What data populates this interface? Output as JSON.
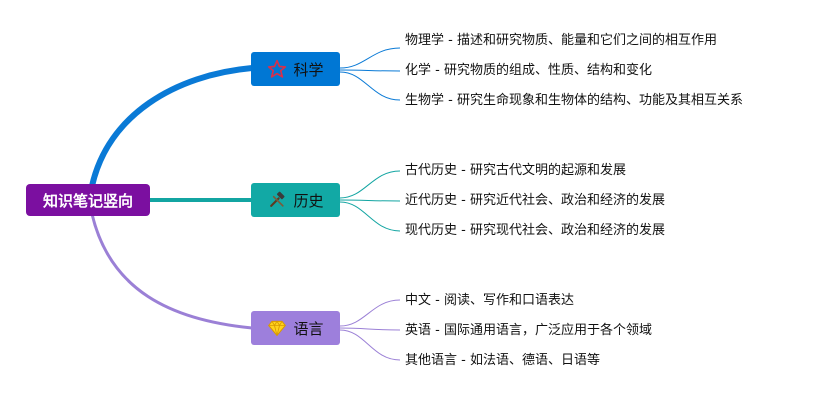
{
  "root": {
    "label": "知识笔记竖向",
    "color": "#7b0fa0"
  },
  "branches": [
    {
      "label": "科学",
      "color": "#0077d4",
      "line_color": "#0a7ad6",
      "icon": "star-icon",
      "children": [
        "物理学 - 描述和研究物质、能量和它们之间的相互作用",
        "化学 - 研究物质的组成、性质、结构和变化",
        "生物学 - 研究生命现象和生物体的结构、功能及其相互关系"
      ]
    },
    {
      "label": "历史",
      "color": "#12a9a5",
      "line_color": "#13a5a2",
      "icon": "hammer-icon",
      "children": [
        "古代历史 - 研究古代文明的起源和发展",
        "近代历史 - 研究近代社会、政治和经济的发展",
        "现代历史 - 研究现代社会、政治和经济的发展"
      ]
    },
    {
      "label": "语言",
      "color": "#9d7fdc",
      "line_color": "#9b80d6",
      "icon": "diamond-icon",
      "children": [
        "中文 - 阅读、写作和口语表达",
        "英语 - 国际通用语言，广泛应用于各个领域",
        "其他语言 - 如法语、德语、日语等"
      ]
    }
  ]
}
